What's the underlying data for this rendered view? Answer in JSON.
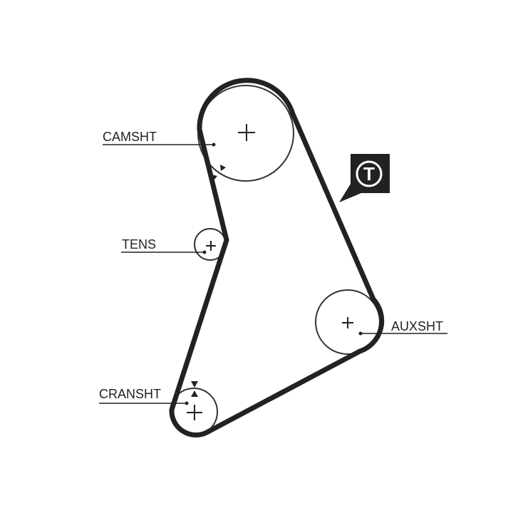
{
  "labels": {
    "camshaft": "CAMSHT",
    "tensioner": "TENS",
    "auxiliary": "AUXSHT",
    "crankshaft": "CRANSHT"
  },
  "badge": {
    "letter": "T"
  },
  "colors": {
    "belt": "#222222",
    "pulley": "#333333",
    "badge_background": "#222222",
    "badge_letter": "#ffffff",
    "label_text": "#222222"
  }
}
